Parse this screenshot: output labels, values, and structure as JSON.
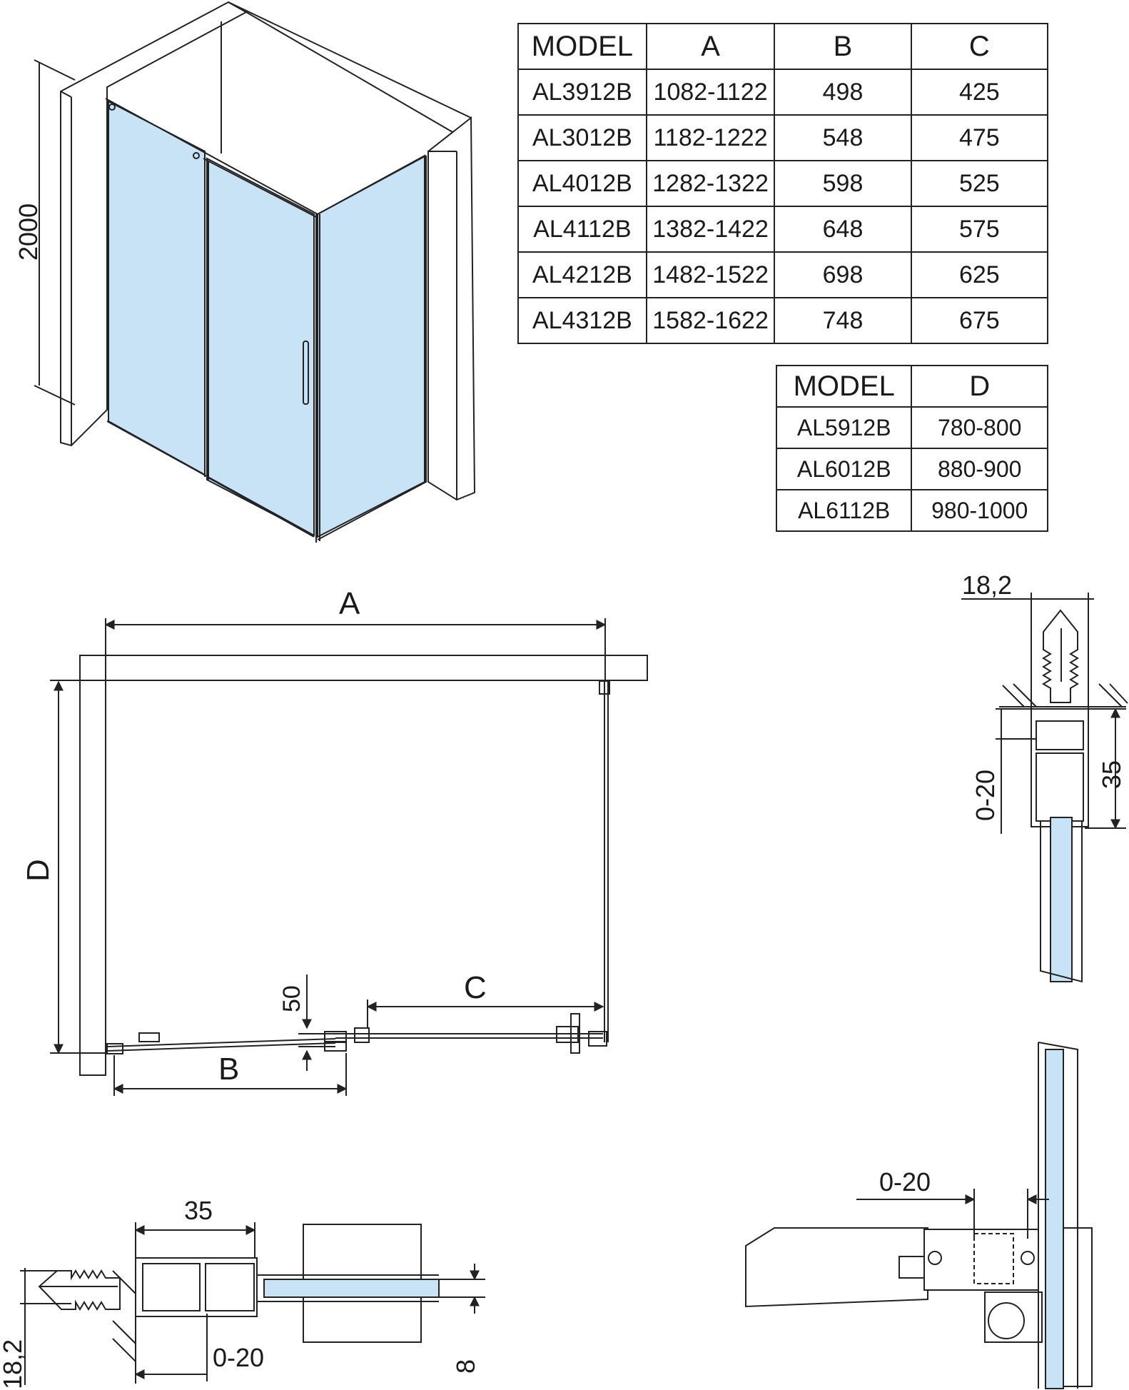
{
  "table_main": {
    "headers": [
      "MODEL",
      "A",
      "B",
      "C"
    ],
    "rows": [
      [
        "AL3912B",
        "1082-1122",
        "498",
        "425"
      ],
      [
        "AL3012B",
        "1182-1222",
        "548",
        "475"
      ],
      [
        "AL4012B",
        "1282-1322",
        "598",
        "525"
      ],
      [
        "AL4112B",
        "1382-1422",
        "648",
        "575"
      ],
      [
        "AL4212B",
        "1482-1522",
        "698",
        "625"
      ],
      [
        "AL4312B",
        "1582-1622",
        "748",
        "675"
      ]
    ]
  },
  "table_d": {
    "headers": [
      "MODEL",
      "D"
    ],
    "rows": [
      [
        "AL5912B",
        "780-800"
      ],
      [
        "AL6012B",
        "880-900"
      ],
      [
        "AL6112B",
        "980-1000"
      ]
    ]
  },
  "iso": {
    "height_label": "2000"
  },
  "plan": {
    "label_a": "A",
    "label_b": "B",
    "label_c": "C",
    "label_d": "D",
    "label_50": "50"
  },
  "detail_top_right": {
    "width_label": "18,2",
    "adjust_label": "0-20",
    "depth_label": "35"
  },
  "detail_bottom_left": {
    "depth_label": "35",
    "adjust_label": "0-20",
    "glass_label": "8",
    "width_label": "18,2"
  },
  "detail_bottom_right": {
    "adjust_label": "0-20"
  },
  "colors": {
    "glass": "#c9e3f6",
    "line": "#222222",
    "table_border": "#222222"
  }
}
